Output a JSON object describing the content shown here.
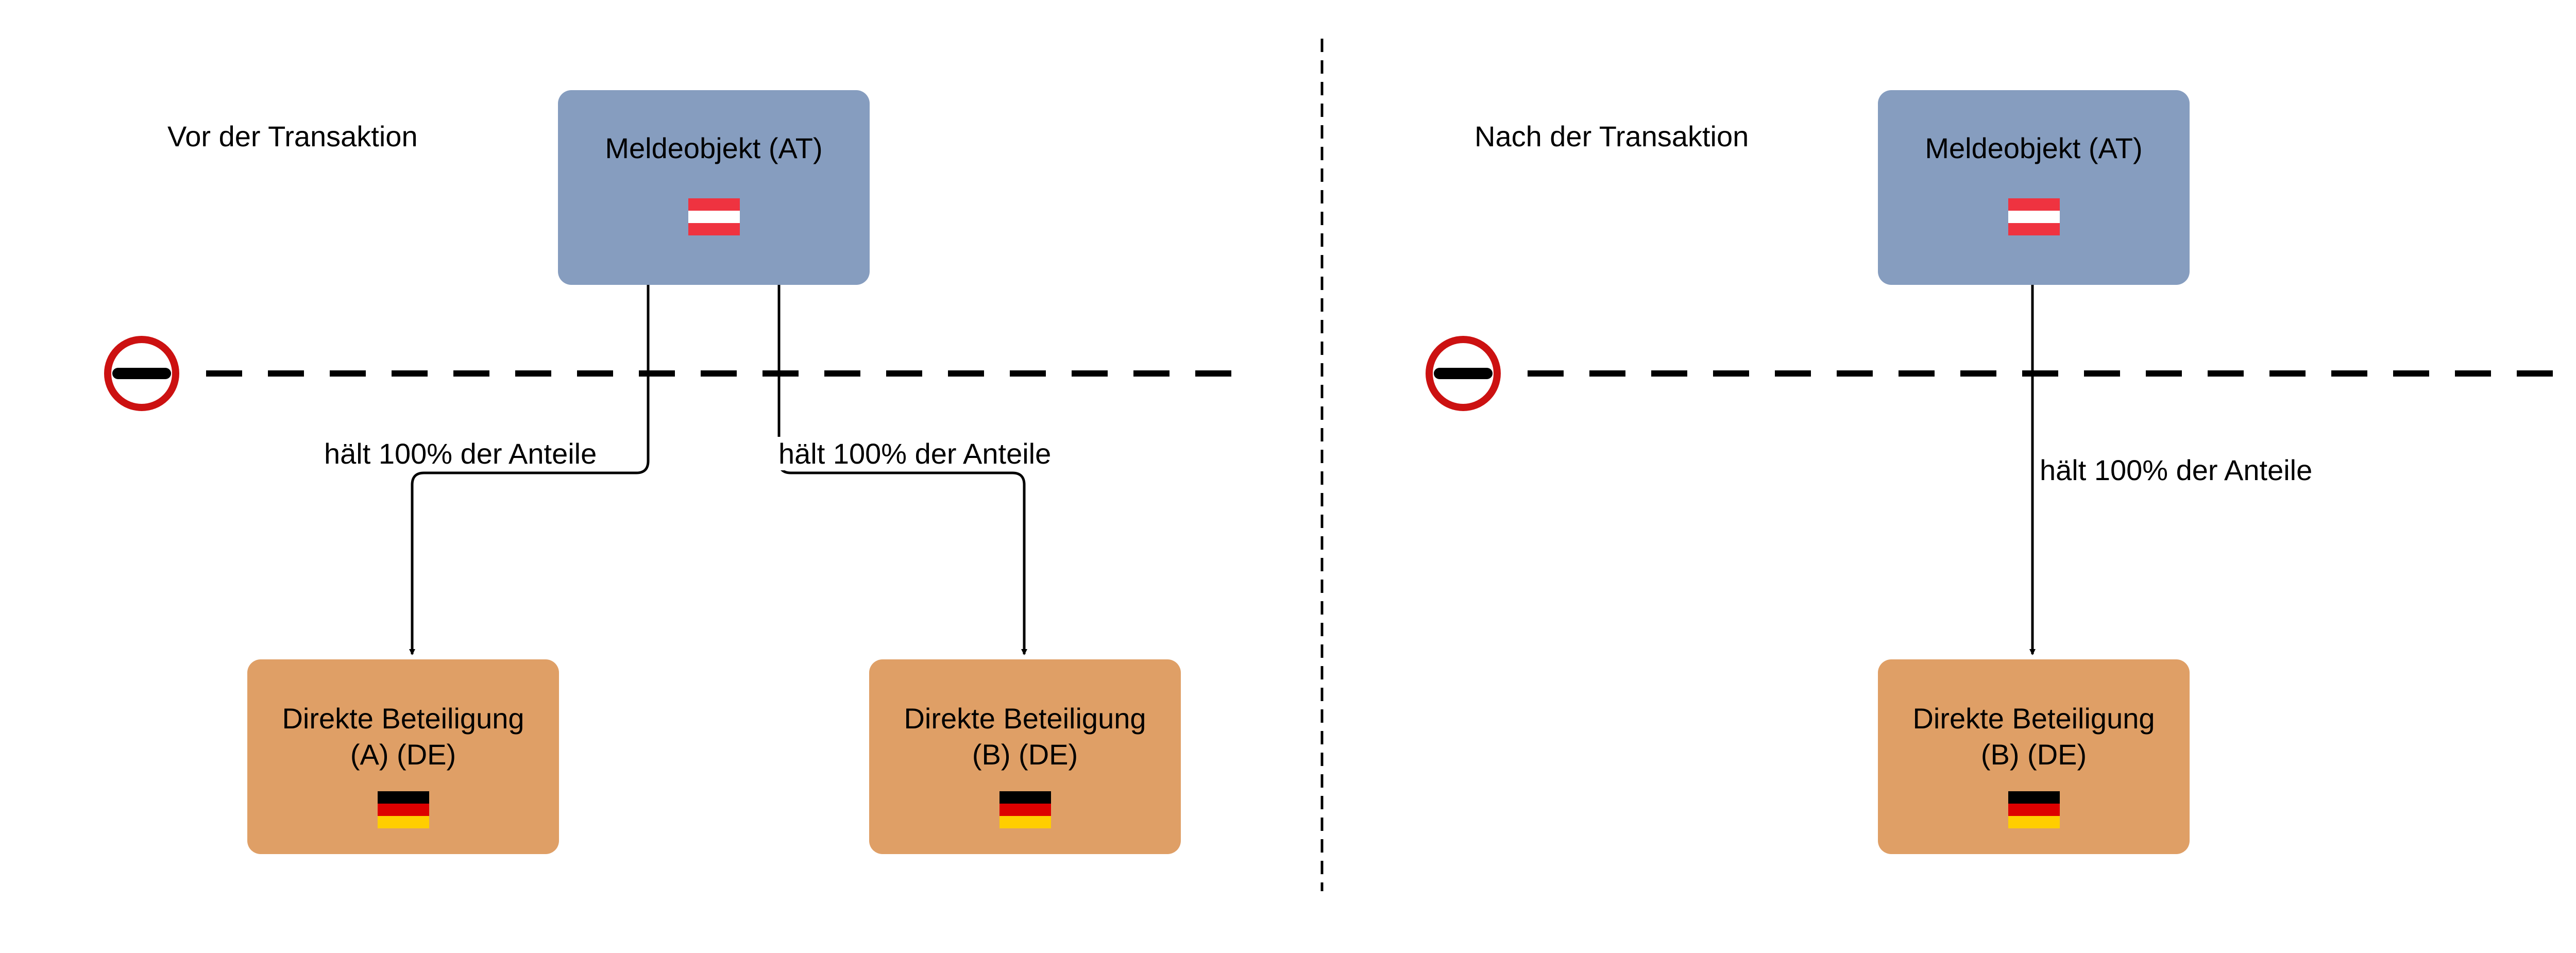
{
  "colors": {
    "meldeobjekt_fill": "#869dbf",
    "beteiligung_fill": "#df9f66",
    "flag_at": [
      "#ef3340",
      "#ffffff",
      "#ef3340"
    ],
    "flag_de": [
      "#000000",
      "#dd0000",
      "#ffce00"
    ],
    "border_icon": "#cc1111",
    "lines": "#000000"
  },
  "icons": {
    "border_crossing": "no-entry-icon",
    "flag_austria": "austria-flag-icon",
    "flag_germany": "germany-flag-icon"
  },
  "left": {
    "heading": "Vor der Transaktion",
    "parent": {
      "title": "Meldeobjekt (AT)"
    },
    "children": [
      {
        "title_line1": "Direkte Beteiligung",
        "title_line2": "(A) (DE)"
      },
      {
        "title_line1": "Direkte Beteiligung",
        "title_line2": "(B) (DE)"
      }
    ],
    "edges": [
      {
        "label": "hält 100% der Anteile"
      },
      {
        "label": "hält 100% der Anteile"
      }
    ]
  },
  "right": {
    "heading": "Nach der Transaktion",
    "parent": {
      "title": "Meldeobjekt (AT)"
    },
    "children": [
      {
        "title_line1": "Direkte Beteiligung",
        "title_line2": "(B) (DE)"
      }
    ],
    "edges": [
      {
        "label": "hält 100% der Anteile"
      }
    ]
  }
}
